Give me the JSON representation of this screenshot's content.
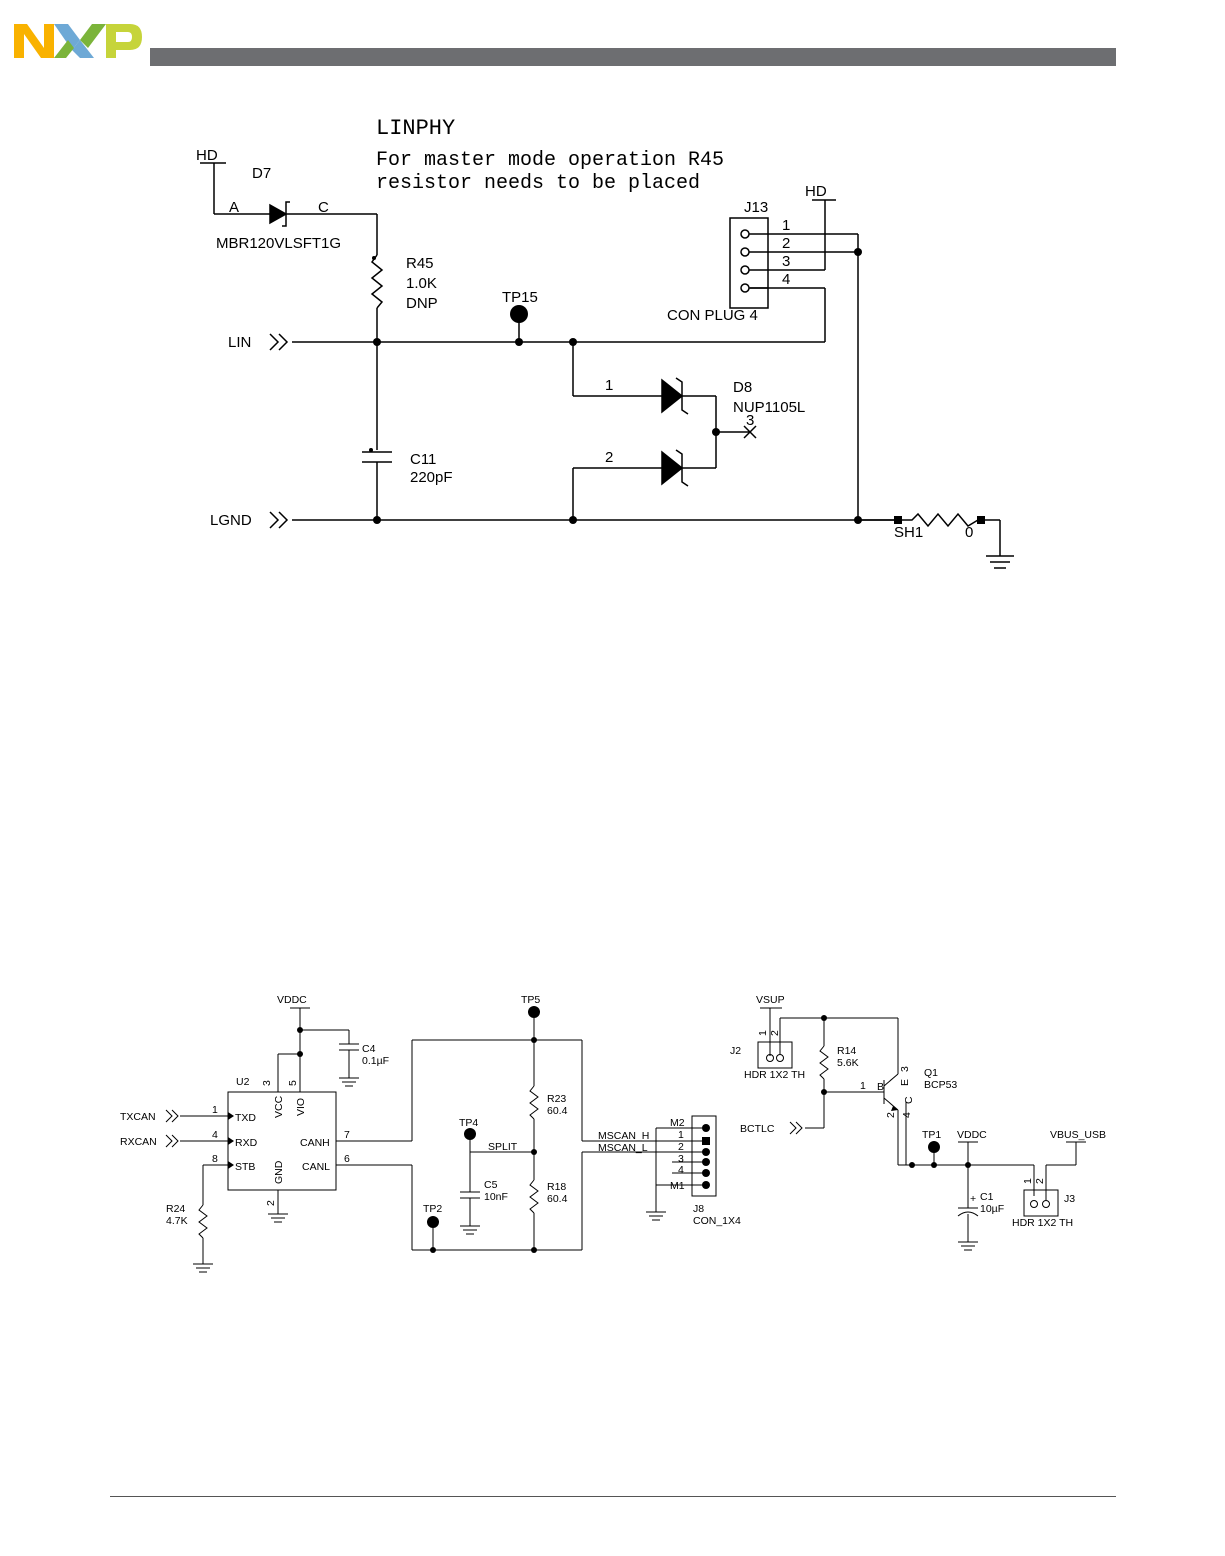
{
  "brand": {
    "logo_text": "NXP",
    "colors": {
      "n": "#f9b200",
      "x_left": "#6ea9d6",
      "x_right": "#7bb43a",
      "p": "#c6d43a",
      "bar": "#6d6e71"
    }
  },
  "schematic_top": {
    "title": "LINPHY",
    "note_line1": "For master mode operation R45",
    "note_line2": "resistor needs to be placed",
    "hd_left": "HD",
    "hd_right": "HD",
    "d7": {
      "ref": "D7",
      "anode": "A",
      "cathode": "C",
      "part": "MBR120VLSFT1G"
    },
    "r45": {
      "ref": "R45",
      "value": "1.0K",
      "note": "DNP"
    },
    "tp15": "TP15",
    "j13": {
      "ref": "J13",
      "part": "CON PLUG 4",
      "pins": [
        "1",
        "2",
        "3",
        "4"
      ]
    },
    "d8": {
      "ref": "D8",
      "part": "NUP1105L",
      "pin1": "1",
      "pin2": "2",
      "pin3": "3"
    },
    "c11": {
      "ref": "C11",
      "value": "220pF"
    },
    "lin": "LIN",
    "lgnd": "LGND",
    "sh1": {
      "ref": "SH1",
      "value": "0"
    }
  },
  "schematic_bottom": {
    "vddc": "VDDC",
    "c4": {
      "ref": "C4",
      "value": "0.1µF"
    },
    "u2": {
      "ref": "U2",
      "pin_txd": "TXD",
      "pin_rxd": "RXD",
      "pin_stb": "STB",
      "pin_vcc": "VCC",
      "pin_vio": "VIO",
      "pin_gnd": "GND",
      "pin_canh": "CANH",
      "pin_canl": "CANL",
      "n1": "1",
      "n4": "4",
      "n8": "8",
      "n3": "3",
      "n5": "5",
      "n2": "2",
      "n7": "7",
      "n6": "6"
    },
    "txcan": "TXCAN",
    "rxcan": "RXCAN",
    "r24": {
      "ref": "R24",
      "value": "4.7K"
    },
    "tp5": "TP5",
    "tp4": "TP4",
    "tp2": "TP2",
    "split": "SPLIT",
    "r23": {
      "ref": "R23",
      "value": "60.4"
    },
    "r18": {
      "ref": "R18",
      "value": "60.4"
    },
    "c5": {
      "ref": "C5",
      "value": "10nF"
    },
    "mscan_h": "MSCAN_H",
    "mscan_l": "MSCAN_L",
    "j8": {
      "ref": "J8",
      "part": "CON_1X4",
      "m2": "M2",
      "m1": "M1",
      "pins": [
        "1",
        "2",
        "3",
        "4"
      ]
    },
    "vsup": "VSUP",
    "j2": {
      "ref": "J2",
      "part": "HDR 1X2 TH",
      "p1": "1",
      "p2": "2"
    },
    "r14": {
      "ref": "R14",
      "value": "5.6K"
    },
    "q1": {
      "ref": "Q1",
      "part": "BCP53",
      "b": "1",
      "c": "2",
      "e": "3",
      "c4": "4",
      "pe": "E",
      "pc": "C",
      "pb": "B"
    },
    "bctlc": "BCTLC",
    "tp1": "TP1",
    "vddc2": "VDDC",
    "c1": {
      "ref": "C1",
      "value": "10µF",
      "plus": "+"
    },
    "vbus_usb": "VBUS_USB",
    "j3": {
      "ref": "J3",
      "part": "HDR 1X2 TH",
      "p1": "1",
      "p2": "2"
    }
  }
}
